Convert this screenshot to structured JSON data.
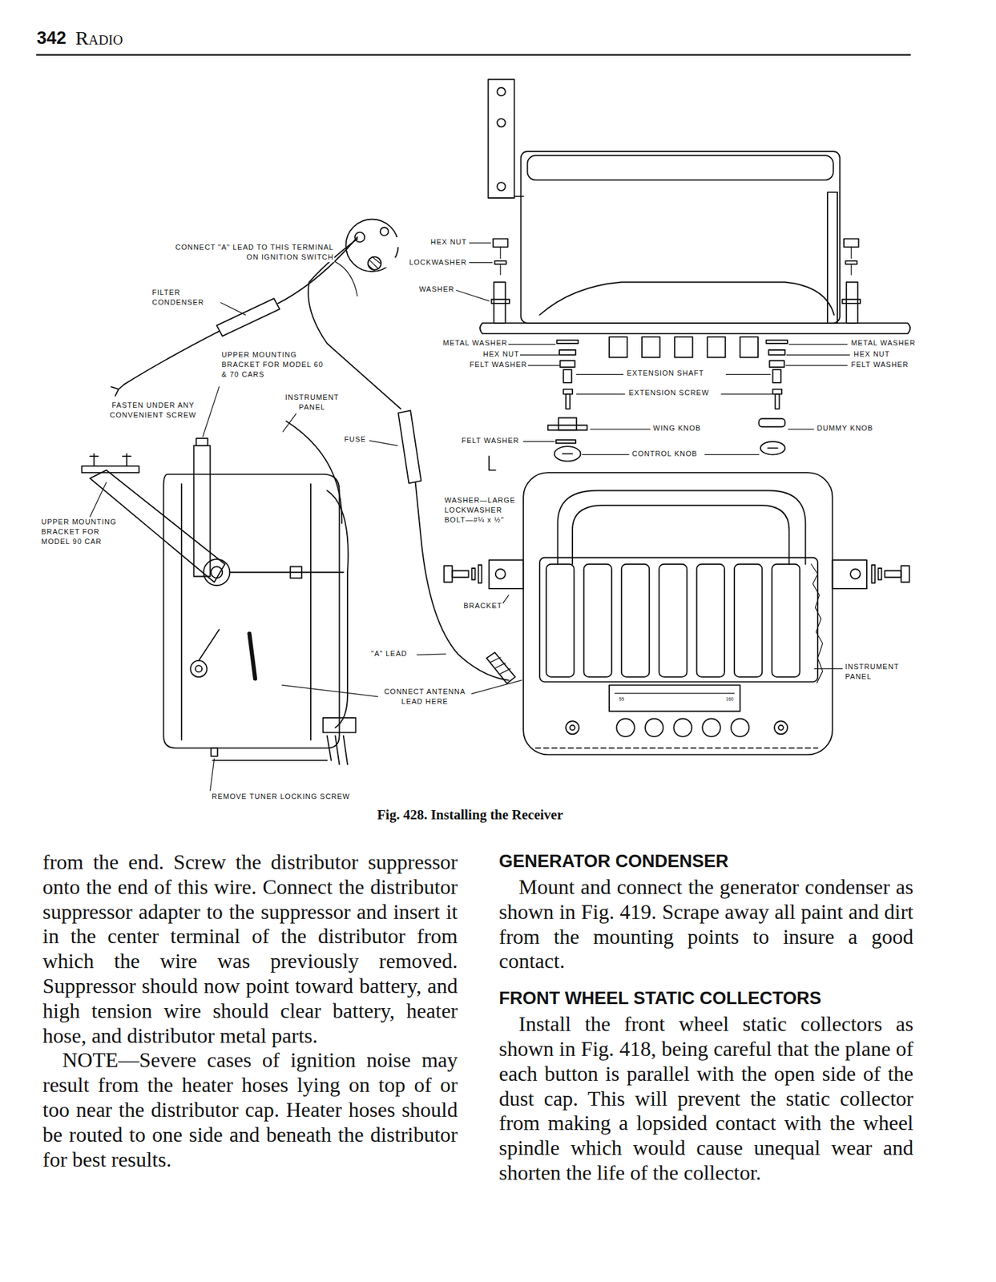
{
  "diagram": {
    "title": "Radio",
    "caption": "Fig. 428. Installing the Receiver",
    "labels": [
      "342",
      "HEX NUT",
      "LOCKWASHER",
      "WASHER",
      "CONNECT \"A\" LEAD TO THIS TERMINAL ON IGNITION SWITCH",
      "FILTER CONDENSER",
      "METAL WASHER",
      "HEX NUT",
      "FELT WASHER",
      "METAL WASHER",
      "HEX NUT",
      "FELT WASHER",
      "UPPER MOUNTING BRACKET FOR MODEL 60 & 70 CARS",
      "EXTENSION SHAFT",
      "EXTENSION SCREW",
      "FASTEN UNDER ANY CONVENIENT SCREW",
      "INSTRUMENT PANEL",
      "WING KNOB",
      "DUMMY KNOB",
      "FUSE",
      "FELT WASHER",
      "CONTROL KNOB",
      "WASHER—LARGE LOCKWASHER BOLT—#¼ x ½\"",
      "UPPER MOUNTING BRACKET FOR MODEL 90 CAR",
      "BRACKET",
      "\"A\" LEAD",
      "INSTRUMENT PANEL",
      "CONNECT ANTENNA LEAD HERE",
      "55",
      "160",
      "REMOVE TUNER LOCKING SCREW",
      "from the end. Screw the distributor suppressor onto the end of this wire. Connect the distributor suppressor adapter to the suppressor and insert it in the center terminal of the distributor from which the wire was previously removed. Suppressor should now point toward battery, and high tension wire should clear battery, heater hose, and distributor metal parts.",
      "NOTE—Severe cases of ignition noise may result from the heater hoses lying on top of or too near the distributor cap. Heater hoses should be routed to one side and beneath the distributor for best results.",
      "GENERATOR CONDENSER",
      "Mount and connect the generator condenser as shown in Fig. 419. Scrape away all paint and dirt from the mounting points to insure a good contact.",
      "FRONT WHEEL STATIC COLLECTORS",
      "Install the front wheel static collectors as shown in Fig. 418, being careful that the plane of each button is parallel with the open side of the dust cap. This will prevent the static collector from making a lopsided contact with the wheel spindle which would cause unequal wear and shorten the life of the collector."
    ]
  }
}
